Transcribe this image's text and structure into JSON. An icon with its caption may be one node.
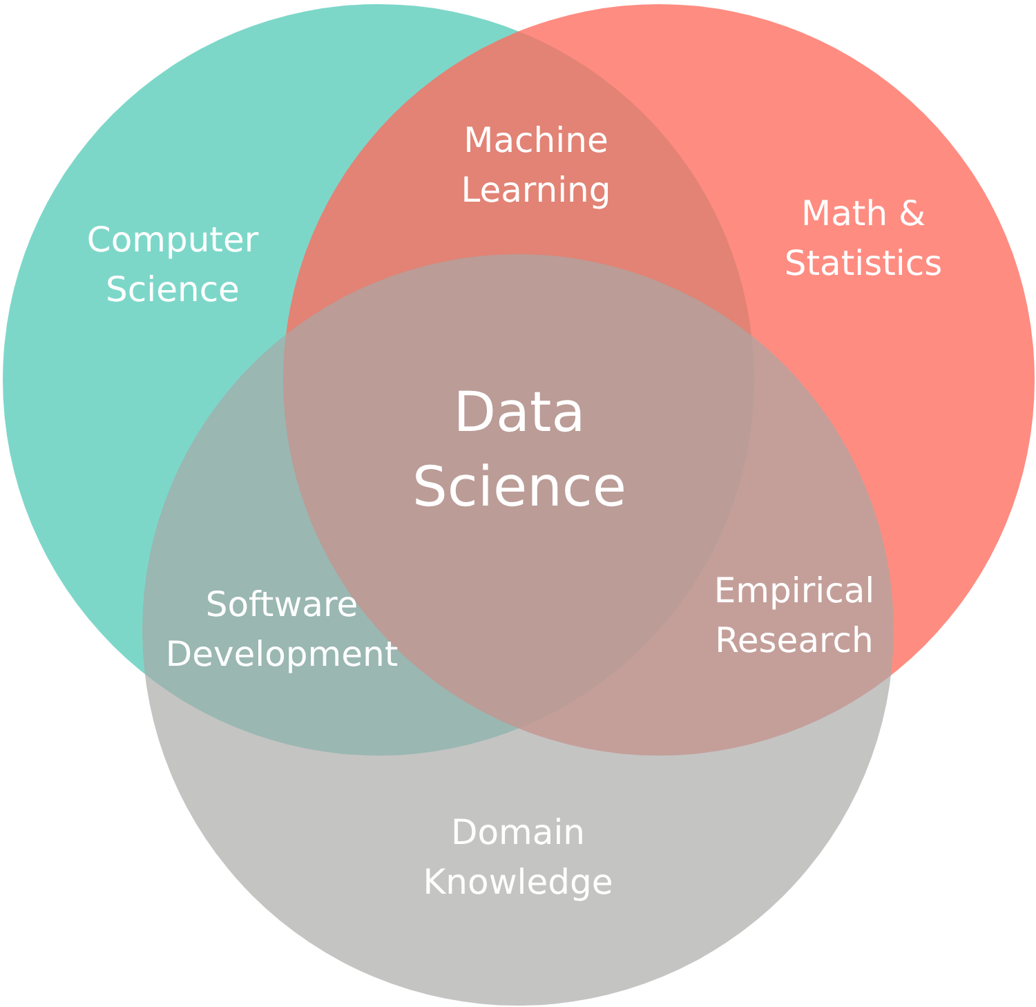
{
  "diagram": {
    "nodes": [
      {
        "text": [
          "Computer Science"
        ]
      },
      {
        "text": [
          "Math & Statistics"
        ]
      },
      {
        "text": [
          "Domain Knowledge"
        ]
      }
    ],
    "labels": [
      "Machine Learning",
      "Data Science",
      "Software Development",
      "Empirical Research"
    ]
  }
}
